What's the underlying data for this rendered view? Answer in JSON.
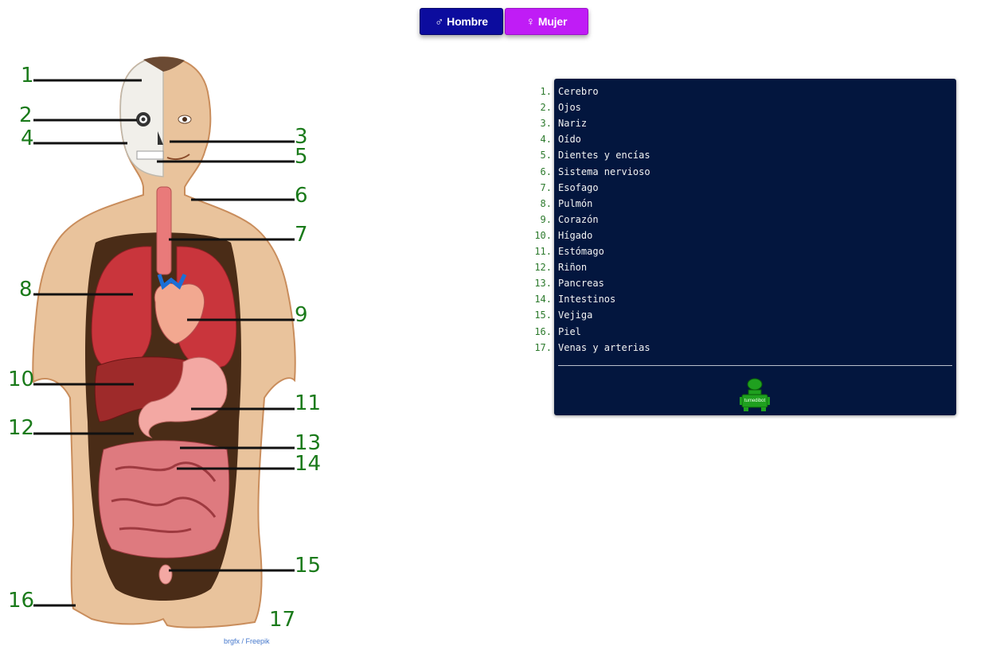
{
  "buttons": {
    "hombre_symbol": "♂",
    "hombre_label": "Hombre",
    "mujer_symbol": "♀",
    "mujer_label": "Mujer"
  },
  "figure": {
    "numbers": [
      "1",
      "2",
      "3",
      "4",
      "5",
      "6",
      "7",
      "8",
      "9",
      "10",
      "11",
      "12",
      "13",
      "14",
      "15",
      "16",
      "17"
    ],
    "credit": "brgfx / Freepik"
  },
  "list": {
    "items": [
      {
        "idx": "1.",
        "label": "Cerebro"
      },
      {
        "idx": "2.",
        "label": "Ojos"
      },
      {
        "idx": "3.",
        "label": "Nariz"
      },
      {
        "idx": "4.",
        "label": "Oído"
      },
      {
        "idx": "5.",
        "label": "Dientes y encías"
      },
      {
        "idx": "6.",
        "label": "Sistema nervioso"
      },
      {
        "idx": "7.",
        "label": "Esofago"
      },
      {
        "idx": "8.",
        "label": "Pulmón"
      },
      {
        "idx": "9.",
        "label": "Corazón"
      },
      {
        "idx": "10.",
        "label": "Hígado"
      },
      {
        "idx": "11.",
        "label": "Estómago"
      },
      {
        "idx": "12.",
        "label": "Riñon"
      },
      {
        "idx": "13.",
        "label": "Pancreas"
      },
      {
        "idx": "14.",
        "label": "Intestinos"
      },
      {
        "idx": "15.",
        "label": "Vejiga"
      },
      {
        "idx": "16.",
        "label": "Piel"
      },
      {
        "idx": "17.",
        "label": "Venas y arterias"
      }
    ],
    "logo_text": "tumedibot"
  },
  "colors": {
    "hombre": "#0c0c9e",
    "mujer": "#c01cf6",
    "panel": "#03163e",
    "numbers": "#1a7a1a"
  }
}
